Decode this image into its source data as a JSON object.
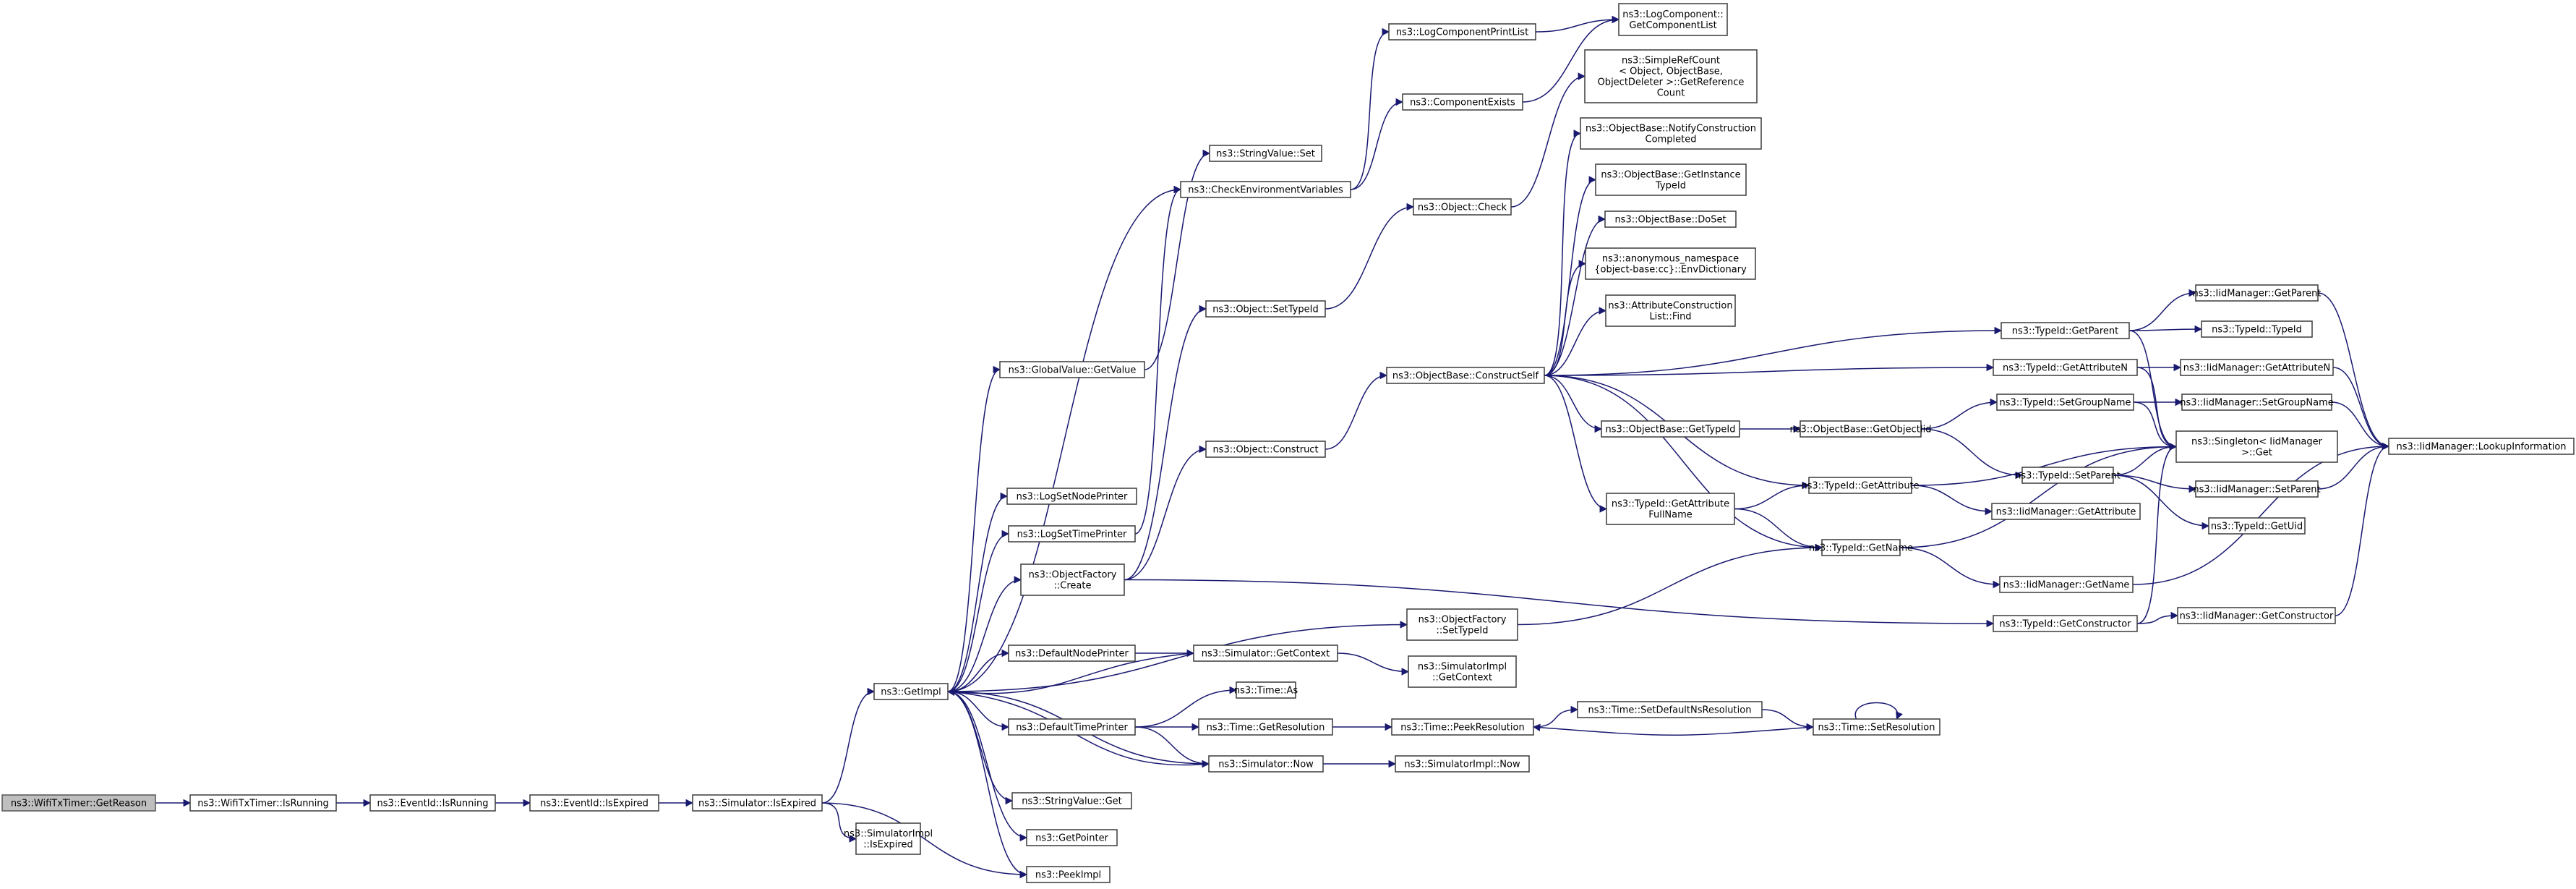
{
  "colors": {
    "edge": "#191970",
    "node_border": "#3a3a3a",
    "root_fill": "#bfbfbf",
    "node_fill": "#ffffff"
  },
  "nodes": [
    {
      "id": "wifiGetReason",
      "label": "ns3::WifiTxTimer::GetReason",
      "root": true
    },
    {
      "id": "wifiIsRunning",
      "label": "ns3::WifiTxTimer::IsRunning"
    },
    {
      "id": "eventIsRunning",
      "label": "ns3::EventId::IsRunning"
    },
    {
      "id": "eventIsExpired",
      "label": "ns3::EventId::IsExpired"
    },
    {
      "id": "simIsExpired",
      "label": "ns3::Simulator::IsExpired"
    },
    {
      "id": "simImplIsExpired",
      "label": [
        "ns3::SimulatorImpl",
        "::IsExpired"
      ]
    },
    {
      "id": "getImpl",
      "label": "ns3::GetImpl"
    },
    {
      "id": "peekImpl",
      "label": "ns3::PeekImpl"
    },
    {
      "id": "getPointer",
      "label": "ns3::GetPointer"
    },
    {
      "id": "stringValueGet",
      "label": "ns3::StringValue::Get"
    },
    {
      "id": "defaultTimePrinter",
      "label": "ns3::DefaultTimePrinter"
    },
    {
      "id": "defaultNodePrinter",
      "label": "ns3::DefaultNodePrinter"
    },
    {
      "id": "objectFactoryCreate",
      "label": [
        "ns3::ObjectFactory",
        "::Create"
      ]
    },
    {
      "id": "logSetTimePrinter",
      "label": "ns3::LogSetTimePrinter"
    },
    {
      "id": "logSetNodePrinter",
      "label": "ns3::LogSetNodePrinter"
    },
    {
      "id": "globalValueGetValue",
      "label": "ns3::GlobalValue::GetValue"
    },
    {
      "id": "stringValueSet",
      "label": "ns3::StringValue::Set"
    },
    {
      "id": "checkEnvVars",
      "label": "ns3::CheckEnvironmentVariables"
    },
    {
      "id": "objectSetTypeId",
      "label": "ns3::Object::SetTypeId"
    },
    {
      "id": "objectConstruct",
      "label": "ns3::Object::Construct"
    },
    {
      "id": "timeAs",
      "label": "ns3::Time::As"
    },
    {
      "id": "timeGetResolution",
      "label": "ns3::Time::GetResolution"
    },
    {
      "id": "simulatorNow",
      "label": "ns3::Simulator::Now"
    },
    {
      "id": "simulatorGetContext",
      "label": "ns3::Simulator::GetContext"
    },
    {
      "id": "objectFactorySetTypeId",
      "label": [
        "ns3::ObjectFactory",
        "::SetTypeId"
      ]
    },
    {
      "id": "logComponentPrintList",
      "label": "ns3::LogComponentPrintList"
    },
    {
      "id": "componentExists",
      "label": "ns3::ComponentExists"
    },
    {
      "id": "objectCheck",
      "label": "ns3::Object::Check"
    },
    {
      "id": "constructSelf",
      "label": "ns3::ObjectBase::ConstructSelf"
    },
    {
      "id": "simImplGetContext",
      "label": [
        "ns3::SimulatorImpl",
        "::GetContext"
      ]
    },
    {
      "id": "timePeekResolution",
      "label": "ns3::Time::PeekResolution"
    },
    {
      "id": "simImplNow",
      "label": "ns3::SimulatorImpl::Now"
    },
    {
      "id": "logCompGetList",
      "label": [
        "ns3::LogComponent::",
        "GetComponentList"
      ]
    },
    {
      "id": "simpleRefCount",
      "label": [
        "ns3::SimpleRefCount",
        "< Object, ObjectBase,",
        "ObjectDeleter >::GetReference",
        "Count"
      ]
    },
    {
      "id": "notifyConstruction",
      "label": [
        "ns3::ObjectBase::NotifyConstruction",
        "Completed"
      ]
    },
    {
      "id": "getInstanceTypeId",
      "label": [
        "ns3::ObjectBase::GetInstance",
        "TypeId"
      ]
    },
    {
      "id": "objectBaseDoSet",
      "label": "ns3::ObjectBase::DoSet"
    },
    {
      "id": "envDictionary",
      "label": [
        "ns3::anonymous_namespace",
        "{object-base:cc}::EnvDictionary"
      ]
    },
    {
      "id": "attrConstructionFind",
      "label": [
        "ns3::AttributeConstruction",
        "List::Find"
      ]
    },
    {
      "id": "objectBaseGetTypeId",
      "label": "ns3::ObjectBase::GetTypeId"
    },
    {
      "id": "typeIdGetAttrFullName",
      "label": [
        "ns3::TypeId::GetAttribute",
        "FullName"
      ]
    },
    {
      "id": "typeIdGetParent",
      "label": "ns3::TypeId::GetParent"
    },
    {
      "id": "typeIdGetAttributeN",
      "label": "ns3::TypeId::GetAttributeN"
    },
    {
      "id": "objectBaseGetObjectIid",
      "label": "ns3::ObjectBase::GetObjectIid"
    },
    {
      "id": "typeIdGetAttribute",
      "label": "ns3::TypeId::GetAttribute"
    },
    {
      "id": "typeIdGetName",
      "label": "ns3::TypeId::GetName"
    },
    {
      "id": "typeIdGetConstructor",
      "label": "ns3::TypeId::GetConstructor"
    },
    {
      "id": "timeSetDefaultNsRes",
      "label": "ns3::Time::SetDefaultNsResolution"
    },
    {
      "id": "timeSetResolution",
      "label": "ns3::Time::SetResolution"
    },
    {
      "id": "typeIdSetGroupName",
      "label": "ns3::TypeId::SetGroupName"
    },
    {
      "id": "typeIdSetParent",
      "label": "ns3::TypeId::SetParent"
    },
    {
      "id": "iidGetAttribute",
      "label": "ns3::IidManager::GetAttribute"
    },
    {
      "id": "iidGetName",
      "label": "ns3::IidManager::GetName"
    },
    {
      "id": "iidGetConstructor",
      "label": "ns3::IidManager::GetConstructor"
    },
    {
      "id": "iidGetParent",
      "label": "ns3::IidManager::GetParent"
    },
    {
      "id": "typeIdTypeId",
      "label": "ns3::TypeId::TypeId"
    },
    {
      "id": "iidGetAttributeN",
      "label": "ns3::IidManager::GetAttributeN"
    },
    {
      "id": "iidSetGroupName",
      "label": "ns3::IidManager::SetGroupName"
    },
    {
      "id": "singletonGet",
      "label": [
        "ns3::Singleton< IidManager",
        ">::Get"
      ]
    },
    {
      "id": "iidSetParent",
      "label": "ns3::IidManager::SetParent"
    },
    {
      "id": "typeIdGetUid",
      "label": "ns3::TypeId::GetUid"
    },
    {
      "id": "iidLookupInformation",
      "label": "ns3::IidManager::LookupInformation"
    }
  ],
  "edges": [
    [
      "wifiGetReason",
      "wifiIsRunning"
    ],
    [
      "wifiIsRunning",
      "eventIsRunning"
    ],
    [
      "eventIsRunning",
      "eventIsExpired"
    ],
    [
      "eventIsExpired",
      "simIsExpired"
    ],
    [
      "simIsExpired",
      "getImpl"
    ],
    [
      "simIsExpired",
      "simImplIsExpired"
    ],
    [
      "simIsExpired",
      "peekImpl"
    ],
    [
      "getImpl",
      "globalValueGetValue"
    ],
    [
      "getImpl",
      "logSetNodePrinter"
    ],
    [
      "getImpl",
      "logSetTimePrinter"
    ],
    [
      "getImpl",
      "objectFactoryCreate"
    ],
    [
      "getImpl",
      "objectFactorySetTypeId"
    ],
    [
      "getImpl",
      "defaultNodePrinter"
    ],
    [
      "getImpl",
      "defaultTimePrinter"
    ],
    [
      "getImpl",
      "simulatorNow"
    ],
    [
      "getImpl",
      "stringValueGet"
    ],
    [
      "getImpl",
      "getPointer"
    ],
    [
      "getImpl",
      "peekImpl"
    ],
    [
      "getImpl",
      "checkEnvVars"
    ],
    [
      "globalValueGetValue",
      "stringValueSet"
    ],
    [
      "logSetTimePrinter",
      "checkEnvVars"
    ],
    [
      "checkEnvVars",
      "logComponentPrintList"
    ],
    [
      "checkEnvVars",
      "componentExists"
    ],
    [
      "logComponentPrintList",
      "logCompGetList"
    ],
    [
      "componentExists",
      "logCompGetList"
    ],
    [
      "objectFactoryCreate",
      "objectSetTypeId"
    ],
    [
      "objectFactoryCreate",
      "objectConstruct"
    ],
    [
      "objectFactoryCreate",
      "typeIdGetConstructor"
    ],
    [
      "objectSetTypeId",
      "objectCheck"
    ],
    [
      "objectCheck",
      "simpleRefCount"
    ],
    [
      "objectConstruct",
      "constructSelf"
    ],
    [
      "constructSelf",
      "notifyConstruction"
    ],
    [
      "constructSelf",
      "getInstanceTypeId"
    ],
    [
      "constructSelf",
      "objectBaseDoSet"
    ],
    [
      "constructSelf",
      "envDictionary"
    ],
    [
      "constructSelf",
      "attrConstructionFind"
    ],
    [
      "constructSelf",
      "objectBaseGetTypeId"
    ],
    [
      "constructSelf",
      "typeIdGetAttrFullName"
    ],
    [
      "constructSelf",
      "typeIdGetParent"
    ],
    [
      "constructSelf",
      "typeIdGetAttributeN"
    ],
    [
      "constructSelf",
      "typeIdGetAttribute"
    ],
    [
      "constructSelf",
      "typeIdGetName"
    ],
    [
      "objectBaseGetTypeId",
      "objectBaseGetObjectIid"
    ],
    [
      "objectBaseGetObjectIid",
      "typeIdSetGroupName"
    ],
    [
      "objectBaseGetObjectIid",
      "typeIdSetParent"
    ],
    [
      "typeIdGetAttrFullName",
      "typeIdGetAttribute"
    ],
    [
      "typeIdGetAttrFullName",
      "typeIdGetName"
    ],
    [
      "typeIdGetAttribute",
      "iidGetAttribute"
    ],
    [
      "typeIdGetAttribute",
      "singletonGet"
    ],
    [
      "typeIdGetName",
      "iidGetName"
    ],
    [
      "typeIdGetName",
      "singletonGet"
    ],
    [
      "typeIdGetConstructor",
      "iidGetConstructor"
    ],
    [
      "typeIdGetConstructor",
      "singletonGet"
    ],
    [
      "typeIdGetParent",
      "iidGetParent"
    ],
    [
      "typeIdGetParent",
      "typeIdTypeId"
    ],
    [
      "typeIdGetParent",
      "singletonGet"
    ],
    [
      "typeIdGetAttributeN",
      "iidGetAttributeN"
    ],
    [
      "typeIdGetAttributeN",
      "singletonGet"
    ],
    [
      "typeIdSetGroupName",
      "iidSetGroupName"
    ],
    [
      "typeIdSetGroupName",
      "singletonGet"
    ],
    [
      "typeIdSetParent",
      "iidSetParent"
    ],
    [
      "typeIdSetParent",
      "typeIdGetUid"
    ],
    [
      "typeIdSetParent",
      "singletonGet"
    ],
    [
      "iidGetParent",
      "iidLookupInformation"
    ],
    [
      "iidGetAttributeN",
      "iidLookupInformation"
    ],
    [
      "iidSetGroupName",
      "iidLookupInformation"
    ],
    [
      "iidSetParent",
      "iidLookupInformation"
    ],
    [
      "iidGetName",
      "iidLookupInformation"
    ],
    [
      "iidGetConstructor",
      "iidLookupInformation"
    ],
    [
      "objectFactorySetTypeId",
      "typeIdGetName"
    ],
    [
      "defaultNodePrinter",
      "simulatorGetContext"
    ],
    [
      "simulatorGetContext",
      "simImplGetContext"
    ],
    [
      "simulatorGetContext",
      "getImpl"
    ],
    [
      "defaultTimePrinter",
      "timeAs"
    ],
    [
      "defaultTimePrinter",
      "timeGetResolution"
    ],
    [
      "defaultTimePrinter",
      "simulatorNow"
    ],
    [
      "timeGetResolution",
      "timePeekResolution"
    ],
    [
      "timePeekResolution",
      "timeSetDefaultNsRes"
    ],
    [
      "timeSetDefaultNsRes",
      "timeSetResolution"
    ],
    [
      "timeSetResolution",
      "timePeekResolution"
    ],
    [
      "timeSetResolution",
      "timeSetResolution"
    ],
    [
      "simulatorNow",
      "simImplNow"
    ],
    [
      "simulatorNow",
      "getImpl"
    ]
  ]
}
